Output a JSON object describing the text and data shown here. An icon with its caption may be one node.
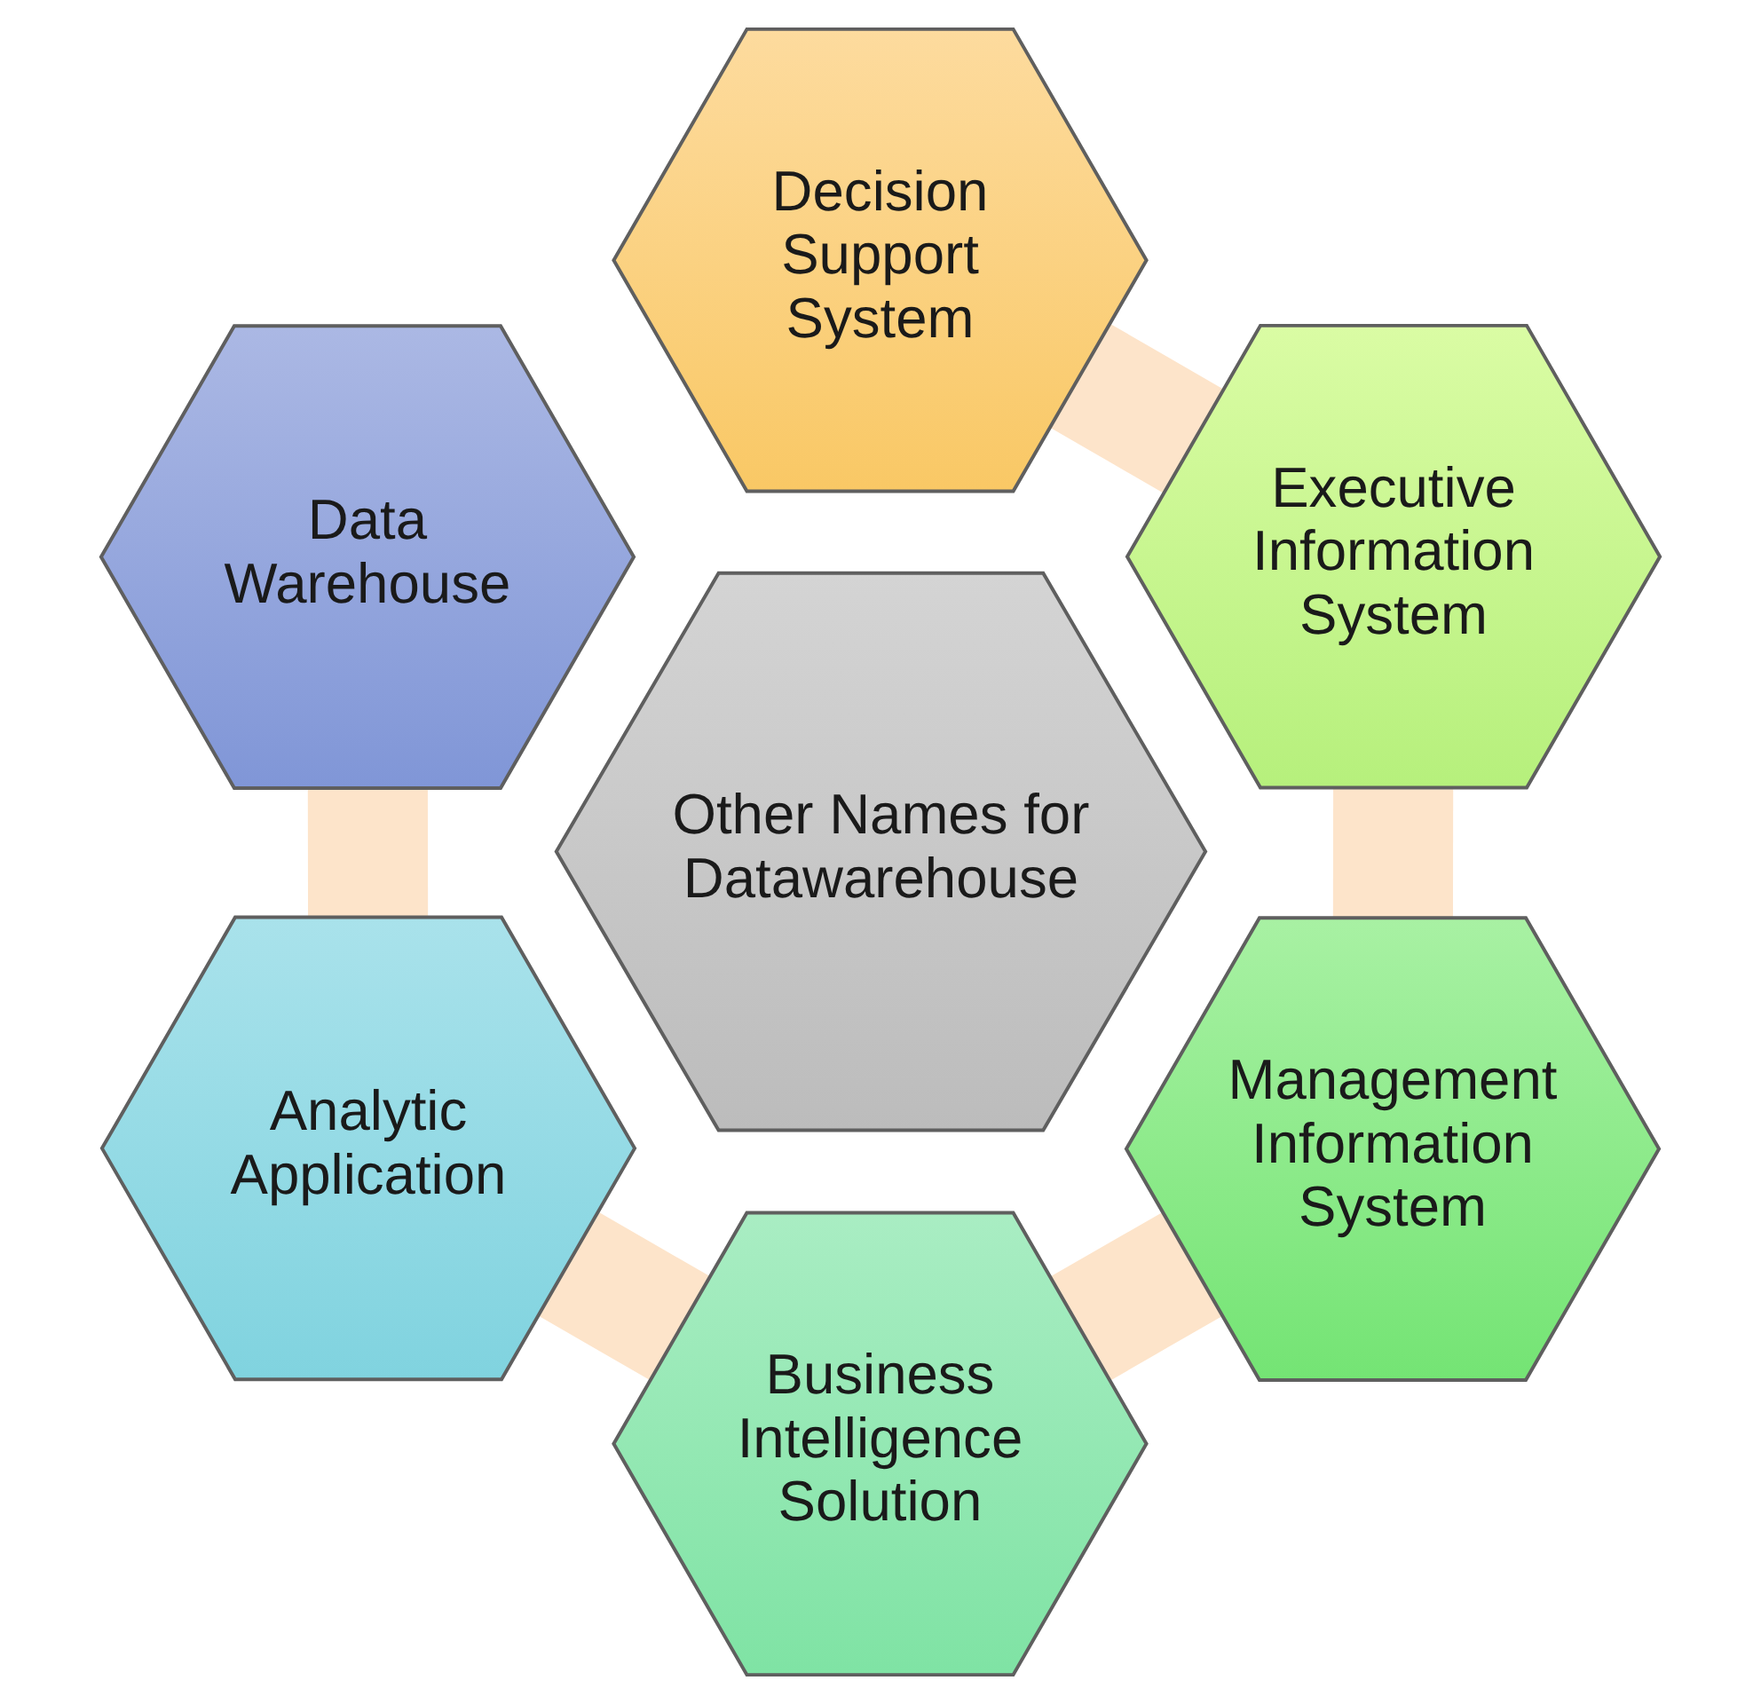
{
  "diagram": {
    "nodes": [
      {
        "text": [
          "Decision Support System"
        ]
      },
      {
        "text": [
          "Data Warehouse"
        ]
      },
      {
        "text": [
          "Executive Information System"
        ]
      },
      {
        "text": [
          "Other Names for Datawarehouse"
        ]
      },
      {
        "text": [
          "Analytic Application"
        ]
      },
      {
        "text": [
          "Management Information System"
        ]
      },
      {
        "text": [
          "Business Intelligence Solution"
        ]
      }
    ],
    "edges": [
      {
        "from": 0,
        "to": 2,
        "arrow": "none"
      },
      {
        "from": 2,
        "to": 5,
        "arrow": "none"
      },
      {
        "from": 5,
        "to": 6,
        "arrow": "none"
      },
      {
        "from": 4,
        "to": 6,
        "arrow": "none"
      },
      {
        "from": 1,
        "to": 4,
        "arrow": "none"
      }
    ]
  }
}
